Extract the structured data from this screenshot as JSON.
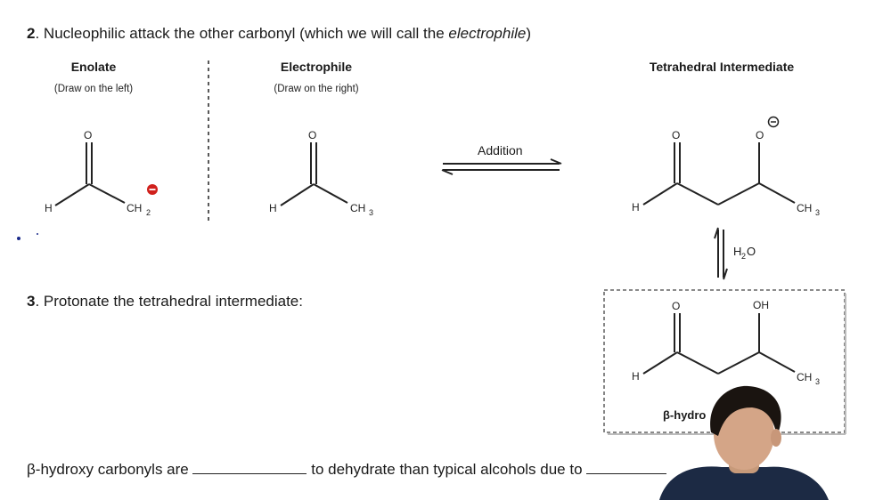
{
  "step2": {
    "number": "2",
    "text": "Nucleophilic attack the other carbonyl (which we will call the ",
    "italic": "electrophile",
    "close": ")"
  },
  "enolate": {
    "heading": "Enolate",
    "sub": "(Draw on the left)"
  },
  "electrophile": {
    "heading": "Electrophile",
    "sub": "(Draw on the right)"
  },
  "tetrahedral": {
    "heading": "Tetrahedral Intermediate"
  },
  "arrow_label": "Addition",
  "water_label": {
    "h": "H",
    "two": "2",
    "o": "O"
  },
  "atoms": {
    "o": "O",
    "h": "H",
    "ch": "CH",
    "two": "2",
    "three": "3",
    "oh": "OH",
    "minus": "−"
  },
  "step3": {
    "number": "3",
    "text": "Protonate the tetrahedral intermediate:"
  },
  "product_label": "β-hydro",
  "sentence": {
    "part1": "β-hydroxy carbonyls are",
    "part2": "to dehydrate than typical alcohols due to"
  },
  "colors": {
    "charge": "#d0201c",
    "text": "#1a1a1a"
  }
}
